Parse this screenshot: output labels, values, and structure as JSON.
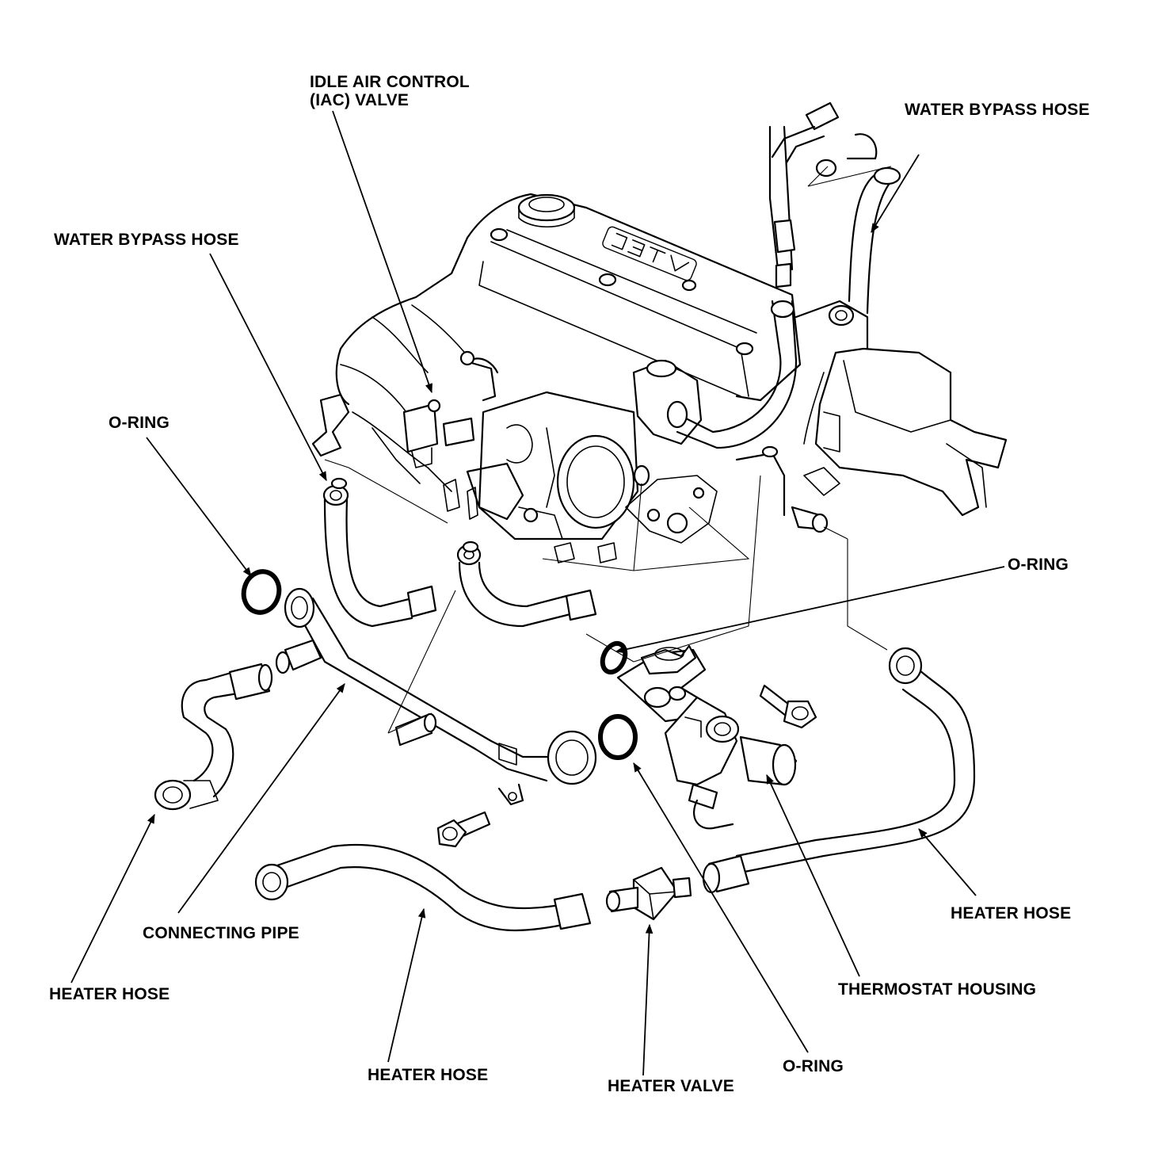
{
  "labels": {
    "iac_line1": "IDLE AIR CONTROL",
    "iac_line2": "(IAC) VALVE",
    "water_bypass_hose_right": "WATER BYPASS HOSE",
    "water_bypass_hose_left": "WATER BYPASS HOSE",
    "o_ring_left": "O-RING",
    "o_ring_right": "O-RING",
    "o_ring_bottom": "O-RING",
    "connecting_pipe": "CONNECTING PIPE",
    "heater_hose_left": "HEATER HOSE",
    "heater_hose_bottom": "HEATER HOSE",
    "heater_hose_right": "HEATER HOSE",
    "heater_valve": "HEATER VALVE",
    "thermostat_housing": "THERMOSTAT HOUSING"
  },
  "logo_text": "VTEC"
}
